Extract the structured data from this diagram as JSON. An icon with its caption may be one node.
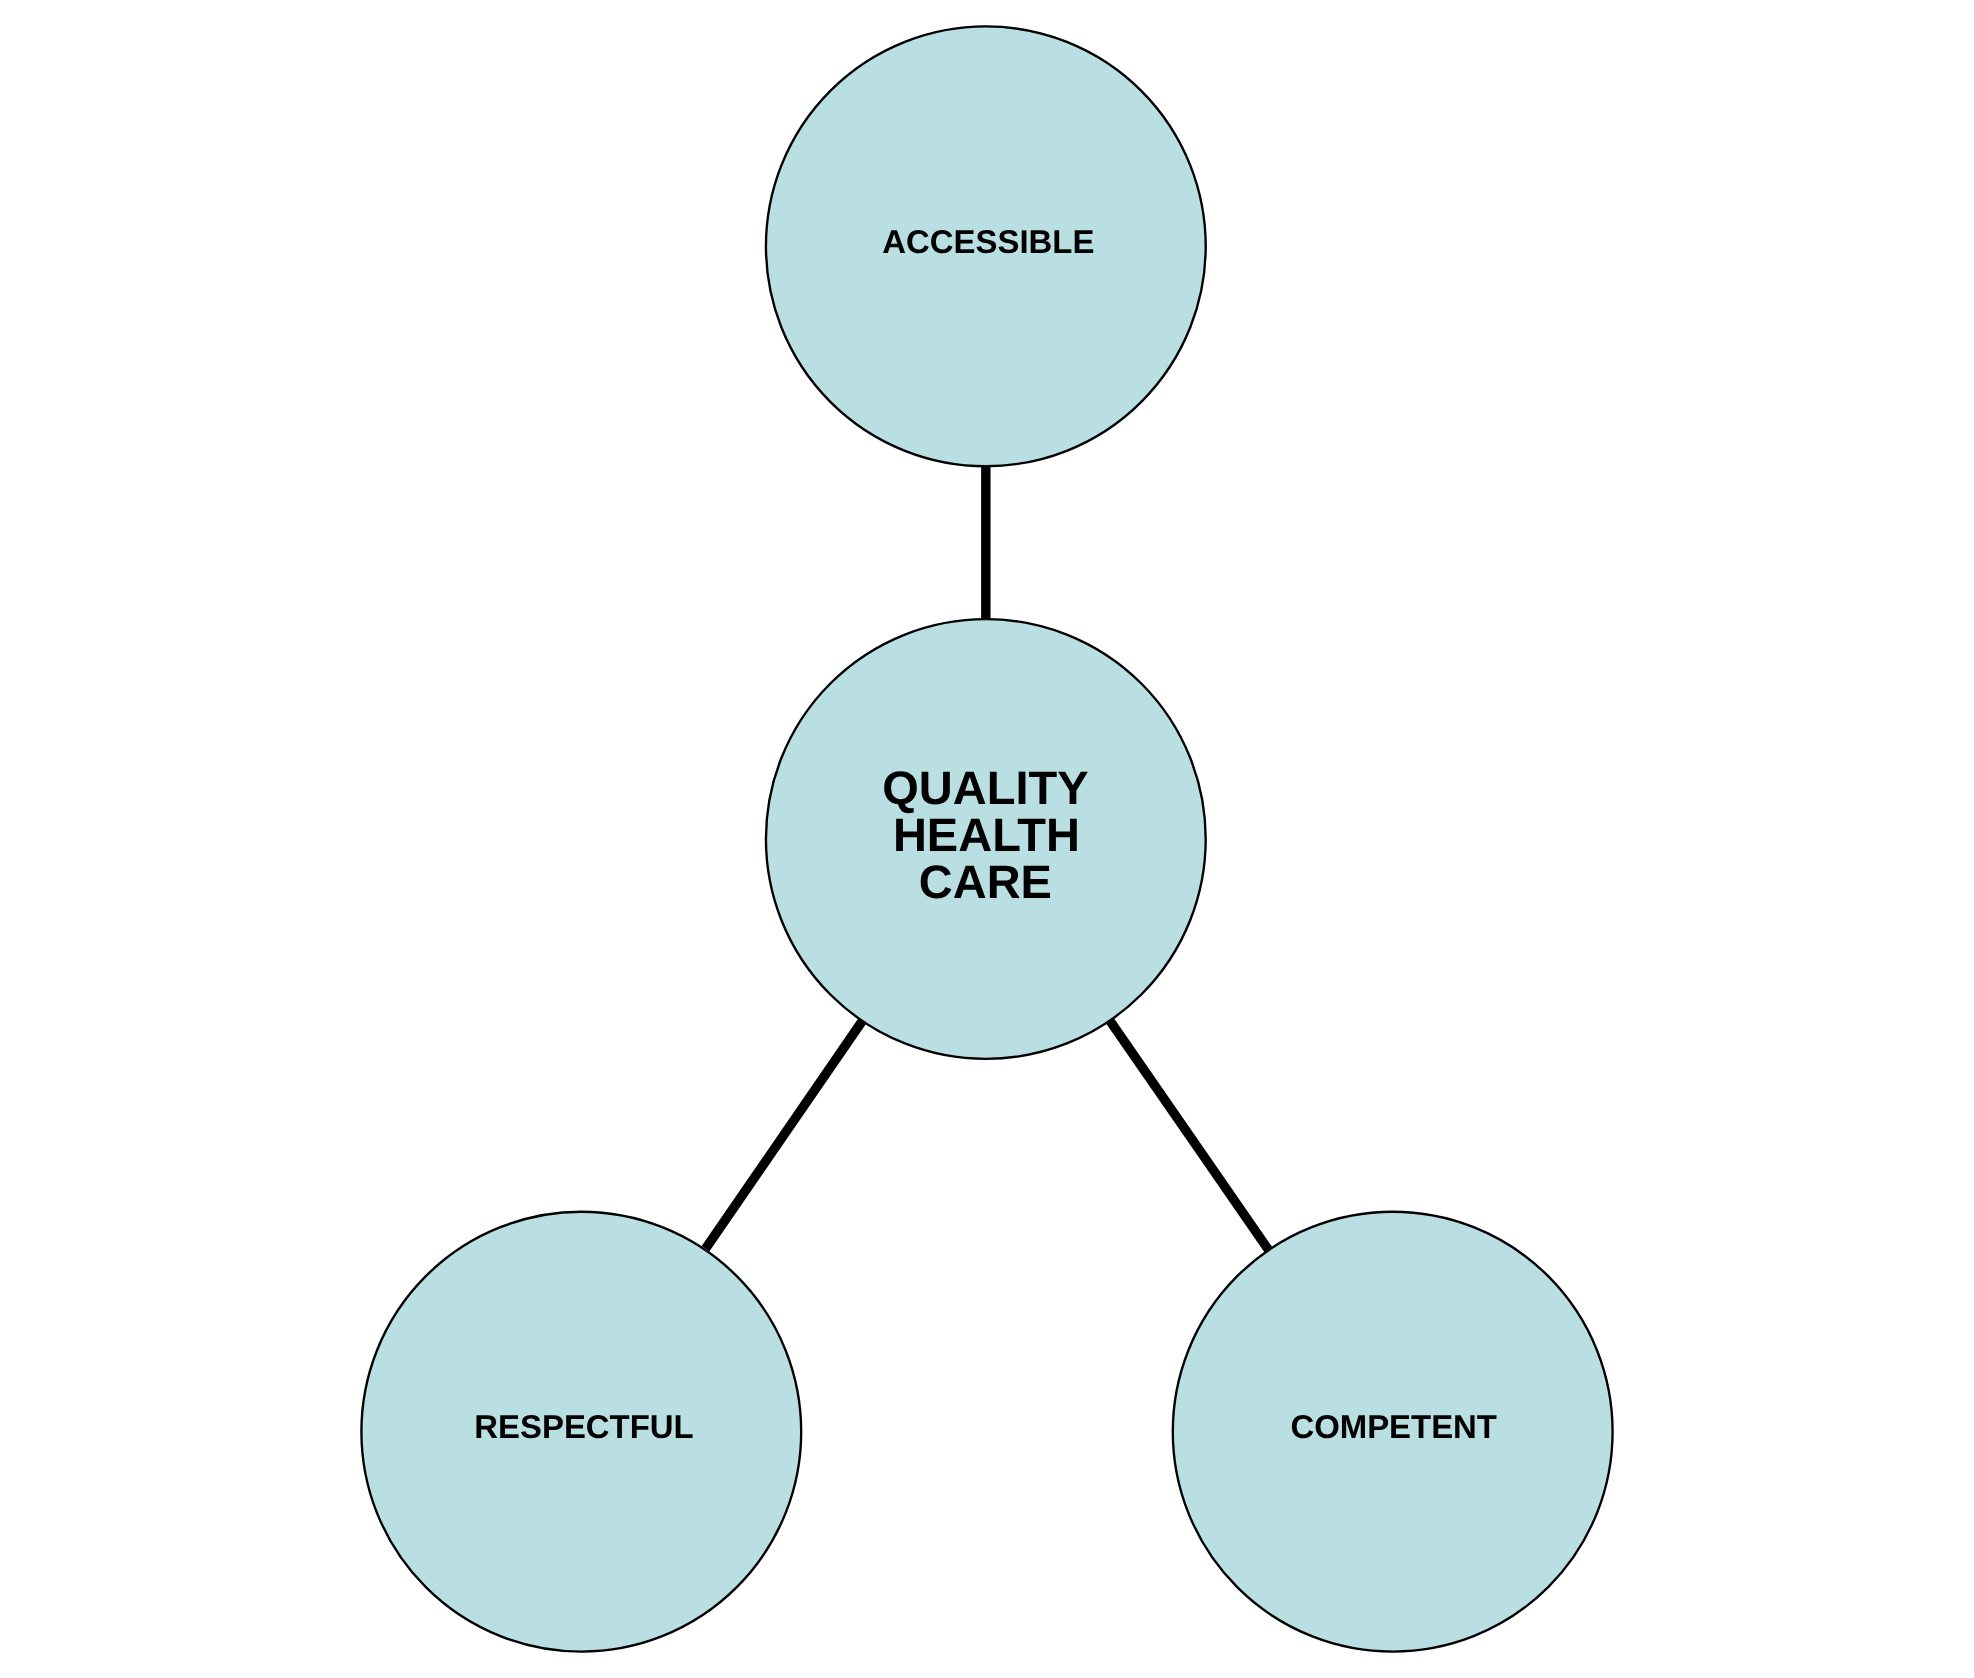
{
  "diagram": {
    "nodes": [
      {
        "text": [
          "ACCESSIBLE"
        ]
      },
      {
        "text": [
          "QUALITY HEALTH CARE"
        ]
      },
      {
        "text": [
          "RESPECTFUL"
        ]
      },
      {
        "text": [
          "COMPETENT"
        ]
      }
    ],
    "edges": [
      {
        "from": 0,
        "to": 1,
        "arrow": "none"
      },
      {
        "from": 1,
        "to": 2,
        "arrow": "none"
      },
      {
        "from": 1,
        "to": 3,
        "arrow": "none"
      }
    ]
  }
}
